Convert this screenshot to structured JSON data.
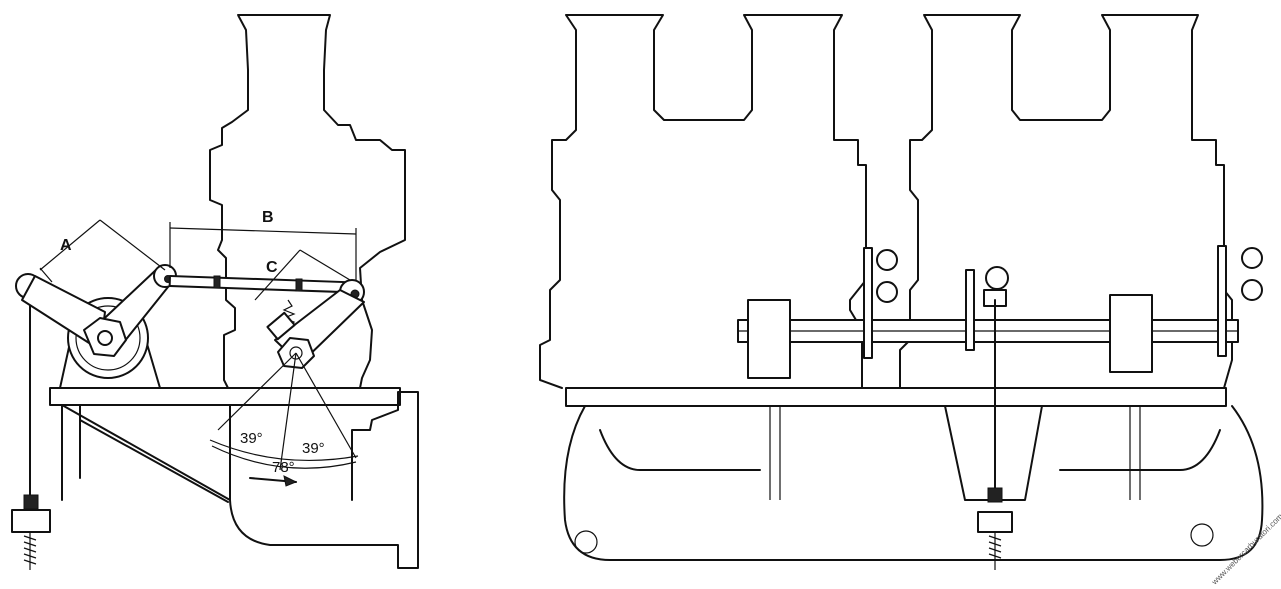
{
  "labels": {
    "dim_a": "A",
    "dim_b": "B",
    "dim_c": "C",
    "angle_left": "39°",
    "angle_right": "39°",
    "angle_total": "78°"
  },
  "watermark": "www.webercarburatori.com"
}
